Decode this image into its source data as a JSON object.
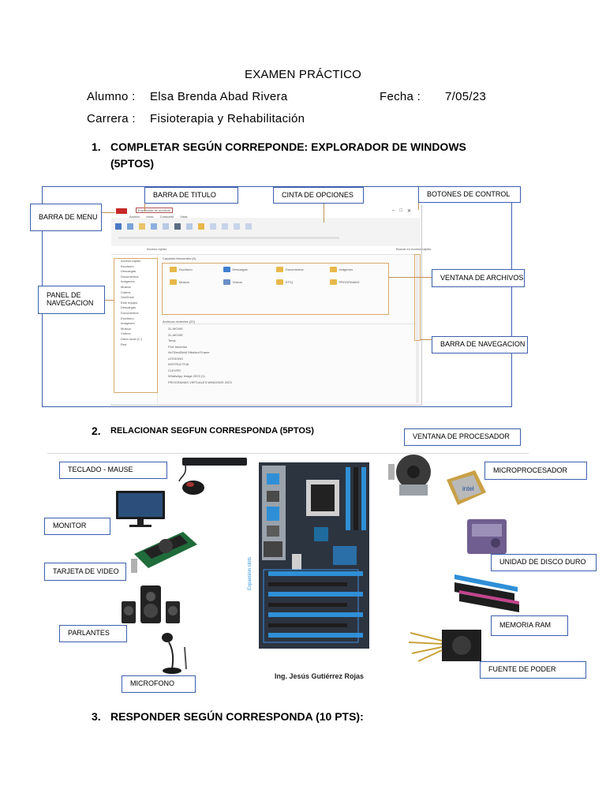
{
  "title": "EXAMEN PRÁCTICO",
  "student": {
    "label": "Alumno :",
    "value": "Elsa Brenda Abad Rivera"
  },
  "date": {
    "label": "Fecha :",
    "value": "7/05/23"
  },
  "career": {
    "label": "Carrera :",
    "value": "Fisioterapia y Rehabilitación"
  },
  "section1": {
    "number": "1.",
    "title_line1": "COMPLETAR SEGÚN CORREPONDE: EXPLORADOR DE WINDOWS",
    "title_line2": "(5PTOS)",
    "labels": {
      "barra_titulo": "BARRA DE TITULO",
      "cinta_opciones": "CINTA DE OPCIONES",
      "botones_control": "BOTONES DE CONTROL",
      "barra_menu": "BARRA DE MENU",
      "panel_navegacion": "PANEL DE NAVEGACION",
      "ventana_archivos": "VENTANA DE ARCHIVOS",
      "barra_navegacion": "BARRA DE NAVEGACION"
    },
    "explorer": {
      "window_title": "Explorador de archivos",
      "menu_tabs": [
        "Archivo",
        "Inicio",
        "Compartir",
        "Vista"
      ],
      "address": "Acceso rápido",
      "search": "Buscar en Acceso rápido",
      "frequent_header": "Carpetas frecuentes (9)",
      "recent_header": "Archivos recientes (20)",
      "nav_items": [
        "Acceso rápido",
        "Escritorio",
        "Descargas",
        "Documentos",
        "Imágenes",
        "Música",
        "Vídeos",
        "OneDrive",
        "Este equipo",
        "Descargas",
        "Documentos",
        "Escritorio",
        "Imágenes",
        "Música",
        "Vídeos",
        "Disco local (C:)",
        "Red"
      ],
      "folders": [
        "Escritorio",
        "Descargas",
        "Documentos",
        "Imágenes",
        "Música",
        "Vídeos",
        "ETIQ",
        "PROGRAMAS"
      ],
      "recent_files": [
        "ZL-MOVIE",
        "ZL-MOVIE",
        "Temp",
        "Prof.Adventur",
        "0a7f2ec85d4f 5fbd4ed Frame",
        "LESSONS",
        "INSTRUCTIVA",
        "CLEVER",
        "WhatsApp Image 2023 (1)",
        "PROGRAMAS VIRTUALES WINDOWS 2023"
      ]
    }
  },
  "section2": {
    "number": "2.",
    "title": "RELACIONAR SEGFUN CORRESPONDA (5PTOS)",
    "labels": {
      "teclado": "TECLADO - MAUSE",
      "monitor": "MONITOR",
      "tarjeta_video": "TARJETA DE VIDEO",
      "parlantes": "PARLANTES",
      "microfono": "MICROFONO",
      "ventana_procesador": "VENTANA DE PROCESADOR",
      "microprocesador": "MICROPROCESADOR",
      "disco_duro": "UNIDAD DE DISCO DURO",
      "memoria_ram": "MEMORIA RAM",
      "fuente_poder": "FUENTE DE PODER"
    },
    "board_caption": "Ing. Jesús Gutiérrez Rojas",
    "board_side_text": "Expansion slots"
  },
  "section3": {
    "number": "3.",
    "title": "RESPONDER SEGÚN CORRESPONDA (10 PTS):"
  },
  "colors": {
    "label_border": "#3b5fae",
    "connector": "#c09055",
    "pcb": "#2c3440",
    "slot_blue": "#2f8fd6"
  }
}
